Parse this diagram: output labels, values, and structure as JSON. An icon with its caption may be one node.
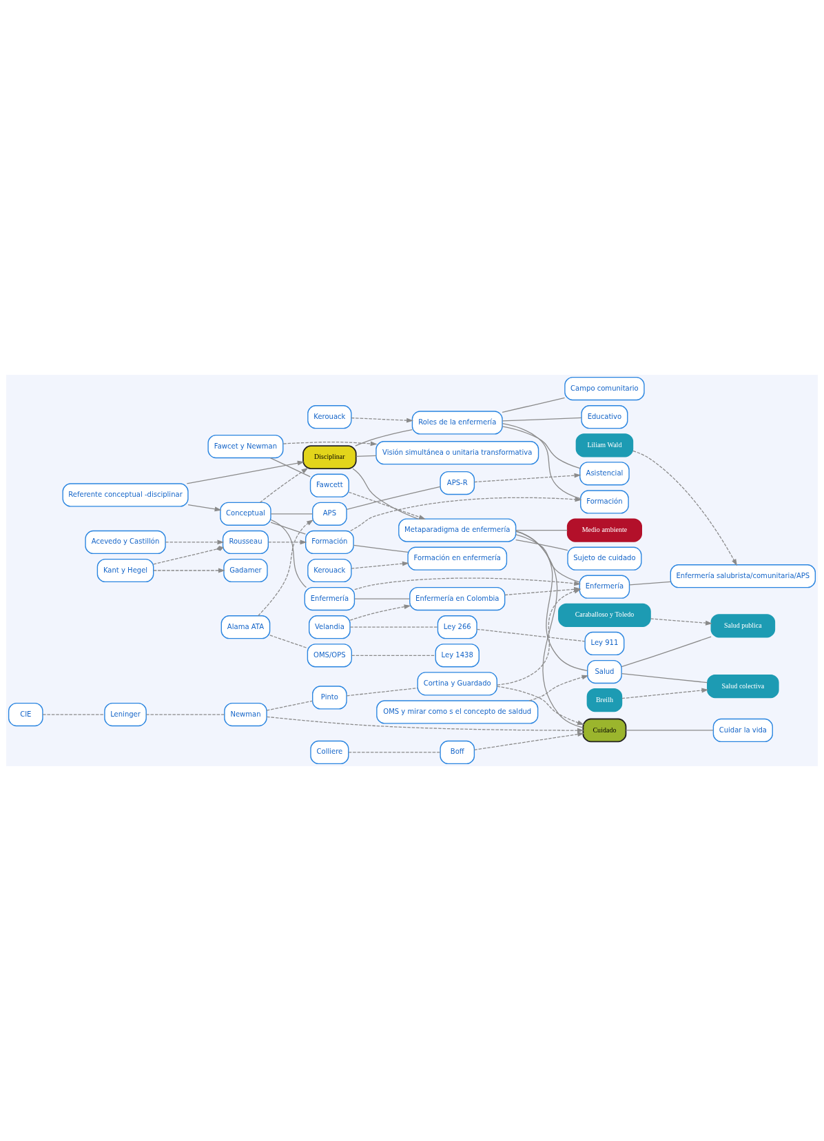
{
  "diagram": {
    "nodes": [
      {
        "text": [
          "Referente conceptual -disciplinar"
        ]
      },
      {
        "text": [
          "Disciplinar"
        ]
      },
      {
        "text": [
          "Conceptual"
        ]
      },
      {
        "text": [
          "Visión simultánea o unitaria transformativa"
        ]
      },
      {
        "text": [
          "Metaparadigma de enfermería"
        ]
      },
      {
        "text": [
          "Cuidado"
        ]
      },
      {
        "text": [
          "Cuidar la vida"
        ]
      },
      {
        "text": [
          "Enfermería"
        ]
      },
      {
        "text": [
          "Enfermería salubrista/comunitaria/APS"
        ]
      },
      {
        "text": [
          "Sujeto de cuidado"
        ]
      },
      {
        "text": [
          "Medio ambiente"
        ]
      },
      {
        "text": [
          "Salud"
        ]
      },
      {
        "text": [
          "Salud publica"
        ]
      },
      {
        "text": [
          "Salud colectiva"
        ]
      },
      {
        "text": [
          "Roles de la enfermería"
        ]
      },
      {
        "text": [
          "Educativo"
        ]
      },
      {
        "text": [
          "Formación"
        ]
      },
      {
        "text": [
          "Asistencial"
        ]
      },
      {
        "text": [
          "Campo comunitario"
        ]
      },
      {
        "text": [
          "Formación"
        ]
      },
      {
        "text": [
          "Formación en enfermería"
        ]
      },
      {
        "text": [
          "Enfermería"
        ]
      },
      {
        "text": [
          "Enfermería en Colombia"
        ]
      },
      {
        "text": [
          "APS"
        ]
      },
      {
        "text": [
          "APS-R"
        ]
      },
      {
        "text": [
          "Fawcet y Newman"
        ]
      },
      {
        "text": [
          "Fawcett"
        ]
      },
      {
        "text": [
          "Colliere"
        ]
      },
      {
        "text": [
          "Boff"
        ]
      },
      {
        "text": [
          "CIE"
        ]
      },
      {
        "text": [
          "Leninger"
        ]
      },
      {
        "text": [
          "Newman"
        ]
      },
      {
        "text": [
          "Pinto"
        ]
      },
      {
        "text": [
          "Cortina y Guardado"
        ]
      },
      {
        "text": [
          "Liliam Wald"
        ]
      },
      {
        "text": [
          "OMS y mirar como s el concepto de saldud"
        ]
      },
      {
        "text": [
          "Caraballoso y Toledo"
        ]
      },
      {
        "text": [
          "Breilh"
        ]
      },
      {
        "text": [
          "Kerouack"
        ]
      },
      {
        "text": [
          "Gadamer"
        ]
      },
      {
        "text": [
          "Kant y Hegel"
        ]
      },
      {
        "text": [
          "Rousseau"
        ]
      },
      {
        "text": [
          "Kerouack"
        ]
      },
      {
        "text": [
          "Acevedo y Castillón"
        ]
      },
      {
        "text": [
          "Velandia"
        ]
      },
      {
        "text": [
          "Ley 266"
        ]
      },
      {
        "text": [
          "Ley 911"
        ]
      },
      {
        "text": [
          "Alama ATA"
        ]
      },
      {
        "text": [
          "OMS/OPS"
        ]
      },
      {
        "text": [
          "Ley 1438"
        ]
      }
    ],
    "edges": [
      {
        "from": 0,
        "to": 1,
        "arrow": "to"
      },
      {
        "from": 0,
        "to": 2,
        "arrow": "to"
      },
      {
        "from": 2,
        "to": 1,
        "arrow": "to",
        "style": "dashed"
      },
      {
        "from": 1,
        "to": 3,
        "arrow": "none"
      },
      {
        "from": 1,
        "to": 4,
        "arrow": "none"
      },
      {
        "from": 1,
        "to": 14,
        "arrow": "none"
      },
      {
        "from": 4,
        "to": 5,
        "arrow": "none"
      },
      {
        "from": 4,
        "to": 7,
        "arrow": "none"
      },
      {
        "from": 4,
        "to": 9,
        "arrow": "none"
      },
      {
        "from": 4,
        "to": 10,
        "arrow": "none"
      },
      {
        "from": 4,
        "to": 11,
        "arrow": "none"
      },
      {
        "from": 5,
        "to": 6,
        "arrow": "none"
      },
      {
        "from": 7,
        "to": 8,
        "arrow": "none"
      },
      {
        "from": 11,
        "to": 12,
        "arrow": "none"
      },
      {
        "from": 11,
        "to": 13,
        "arrow": "none"
      },
      {
        "from": 14,
        "to": 15,
        "arrow": "none"
      },
      {
        "from": 14,
        "to": 16,
        "arrow": "none"
      },
      {
        "from": 14,
        "to": 17,
        "arrow": "none"
      },
      {
        "from": 14,
        "to": 18,
        "arrow": "none"
      },
      {
        "from": 2,
        "to": 19,
        "arrow": "none"
      },
      {
        "from": 2,
        "to": 21,
        "arrow": "none"
      },
      {
        "from": 2,
        "to": 23,
        "arrow": "none"
      },
      {
        "from": 19,
        "to": 20,
        "arrow": "none"
      },
      {
        "from": 21,
        "to": 22,
        "arrow": "none"
      },
      {
        "from": 23,
        "to": 24,
        "arrow": "none"
      },
      {
        "from": 25,
        "to": 26,
        "arrow": "none"
      },
      {
        "from": 25,
        "to": 3,
        "arrow": "to",
        "style": "dashed"
      },
      {
        "from": 26,
        "to": 4,
        "arrow": "to",
        "style": "dashed"
      },
      {
        "from": 27,
        "to": 28,
        "arrow": "none",
        "style": "dashed"
      },
      {
        "from": 28,
        "to": 5,
        "arrow": "to",
        "style": "dashed"
      },
      {
        "from": 31,
        "to": 5,
        "arrow": "to",
        "style": "dashed"
      },
      {
        "from": 33,
        "to": 5,
        "arrow": "to",
        "style": "dashed"
      },
      {
        "from": 29,
        "to": 30,
        "arrow": "none",
        "style": "dashed"
      },
      {
        "from": 30,
        "to": 31,
        "arrow": "none",
        "style": "dashed"
      },
      {
        "from": 31,
        "to": 32,
        "arrow": "none",
        "style": "dashed"
      },
      {
        "from": 32,
        "to": 33,
        "arrow": "none",
        "style": "dashed"
      },
      {
        "from": 33,
        "to": 7,
        "arrow": "to",
        "style": "dashed"
      },
      {
        "from": 34,
        "to": 8,
        "arrow": "to",
        "style": "dashed"
      },
      {
        "from": 35,
        "to": 11,
        "arrow": "to",
        "style": "dashed"
      },
      {
        "from": 36,
        "to": 12,
        "arrow": "to",
        "style": "dashed"
      },
      {
        "from": 37,
        "to": 13,
        "arrow": "to",
        "style": "dashed"
      },
      {
        "from": 38,
        "to": 14,
        "arrow": "to",
        "style": "dashed"
      },
      {
        "from": 19,
        "to": 16,
        "arrow": "to",
        "style": "dashed"
      },
      {
        "from": 24,
        "to": 17,
        "arrow": "to",
        "style": "dashed"
      },
      {
        "from": 21,
        "to": 7,
        "arrow": "to",
        "style": "dashed"
      },
      {
        "from": 22,
        "to": 7,
        "arrow": "to",
        "style": "dashed"
      },
      {
        "from": 41,
        "to": 19,
        "arrow": "to",
        "style": "dashed"
      },
      {
        "from": 42,
        "to": 20,
        "arrow": "to",
        "style": "dashed"
      },
      {
        "from": 44,
        "to": 22,
        "arrow": "to",
        "style": "dashed"
      },
      {
        "from": 47,
        "to": 23,
        "arrow": "to",
        "style": "dashed"
      },
      {
        "from": 40,
        "to": 39,
        "arrow": "to",
        "style": "dashed"
      },
      {
        "from": 40,
        "to": 41,
        "arrow": "other",
        "style": "dashed"
      },
      {
        "from": 43,
        "to": 41,
        "arrow": "to",
        "style": "dashed"
      },
      {
        "from": 44,
        "to": 45,
        "arrow": "none",
        "style": "dashed"
      },
      {
        "from": 45,
        "to": 46,
        "arrow": "none",
        "style": "dashed"
      },
      {
        "from": 47,
        "to": 48,
        "arrow": "none",
        "style": "dashed"
      },
      {
        "from": 48,
        "to": 49,
        "arrow": "none",
        "style": "dashed"
      }
    ]
  }
}
